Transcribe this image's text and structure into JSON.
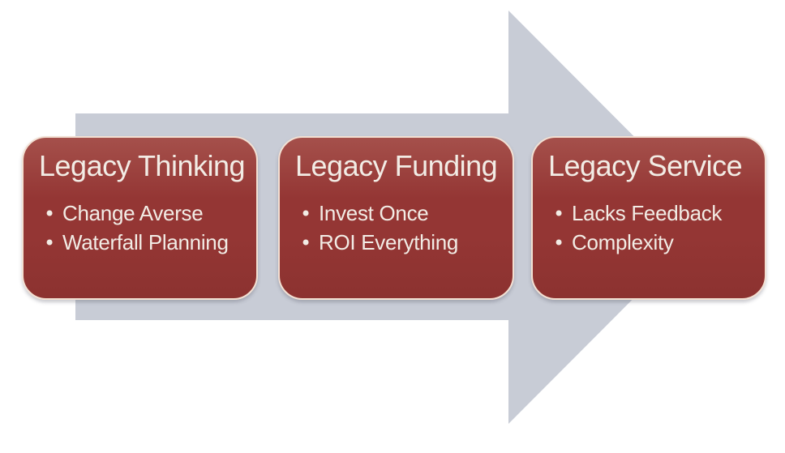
{
  "diagram": {
    "type": "process-arrow",
    "theme": {
      "arrow-color": "#c8ccd6",
      "box-top": "#a5504b",
      "box-mid": "#943634",
      "box-bottom": "#8c3230",
      "box-border": "#f2e0d3",
      "text-color": "#f2ece5",
      "background": "#ffffff"
    },
    "bullet_glyph": "•",
    "boxes": [
      {
        "title": "Legacy Thinking",
        "bullets": [
          "Change Averse",
          "Waterfall Planning"
        ]
      },
      {
        "title": "Legacy Funding",
        "bullets": [
          "Invest Once",
          "ROI Everything"
        ]
      },
      {
        "title": "Legacy Service",
        "bullets": [
          "Lacks Feedback",
          "Complexity"
        ]
      }
    ]
  }
}
